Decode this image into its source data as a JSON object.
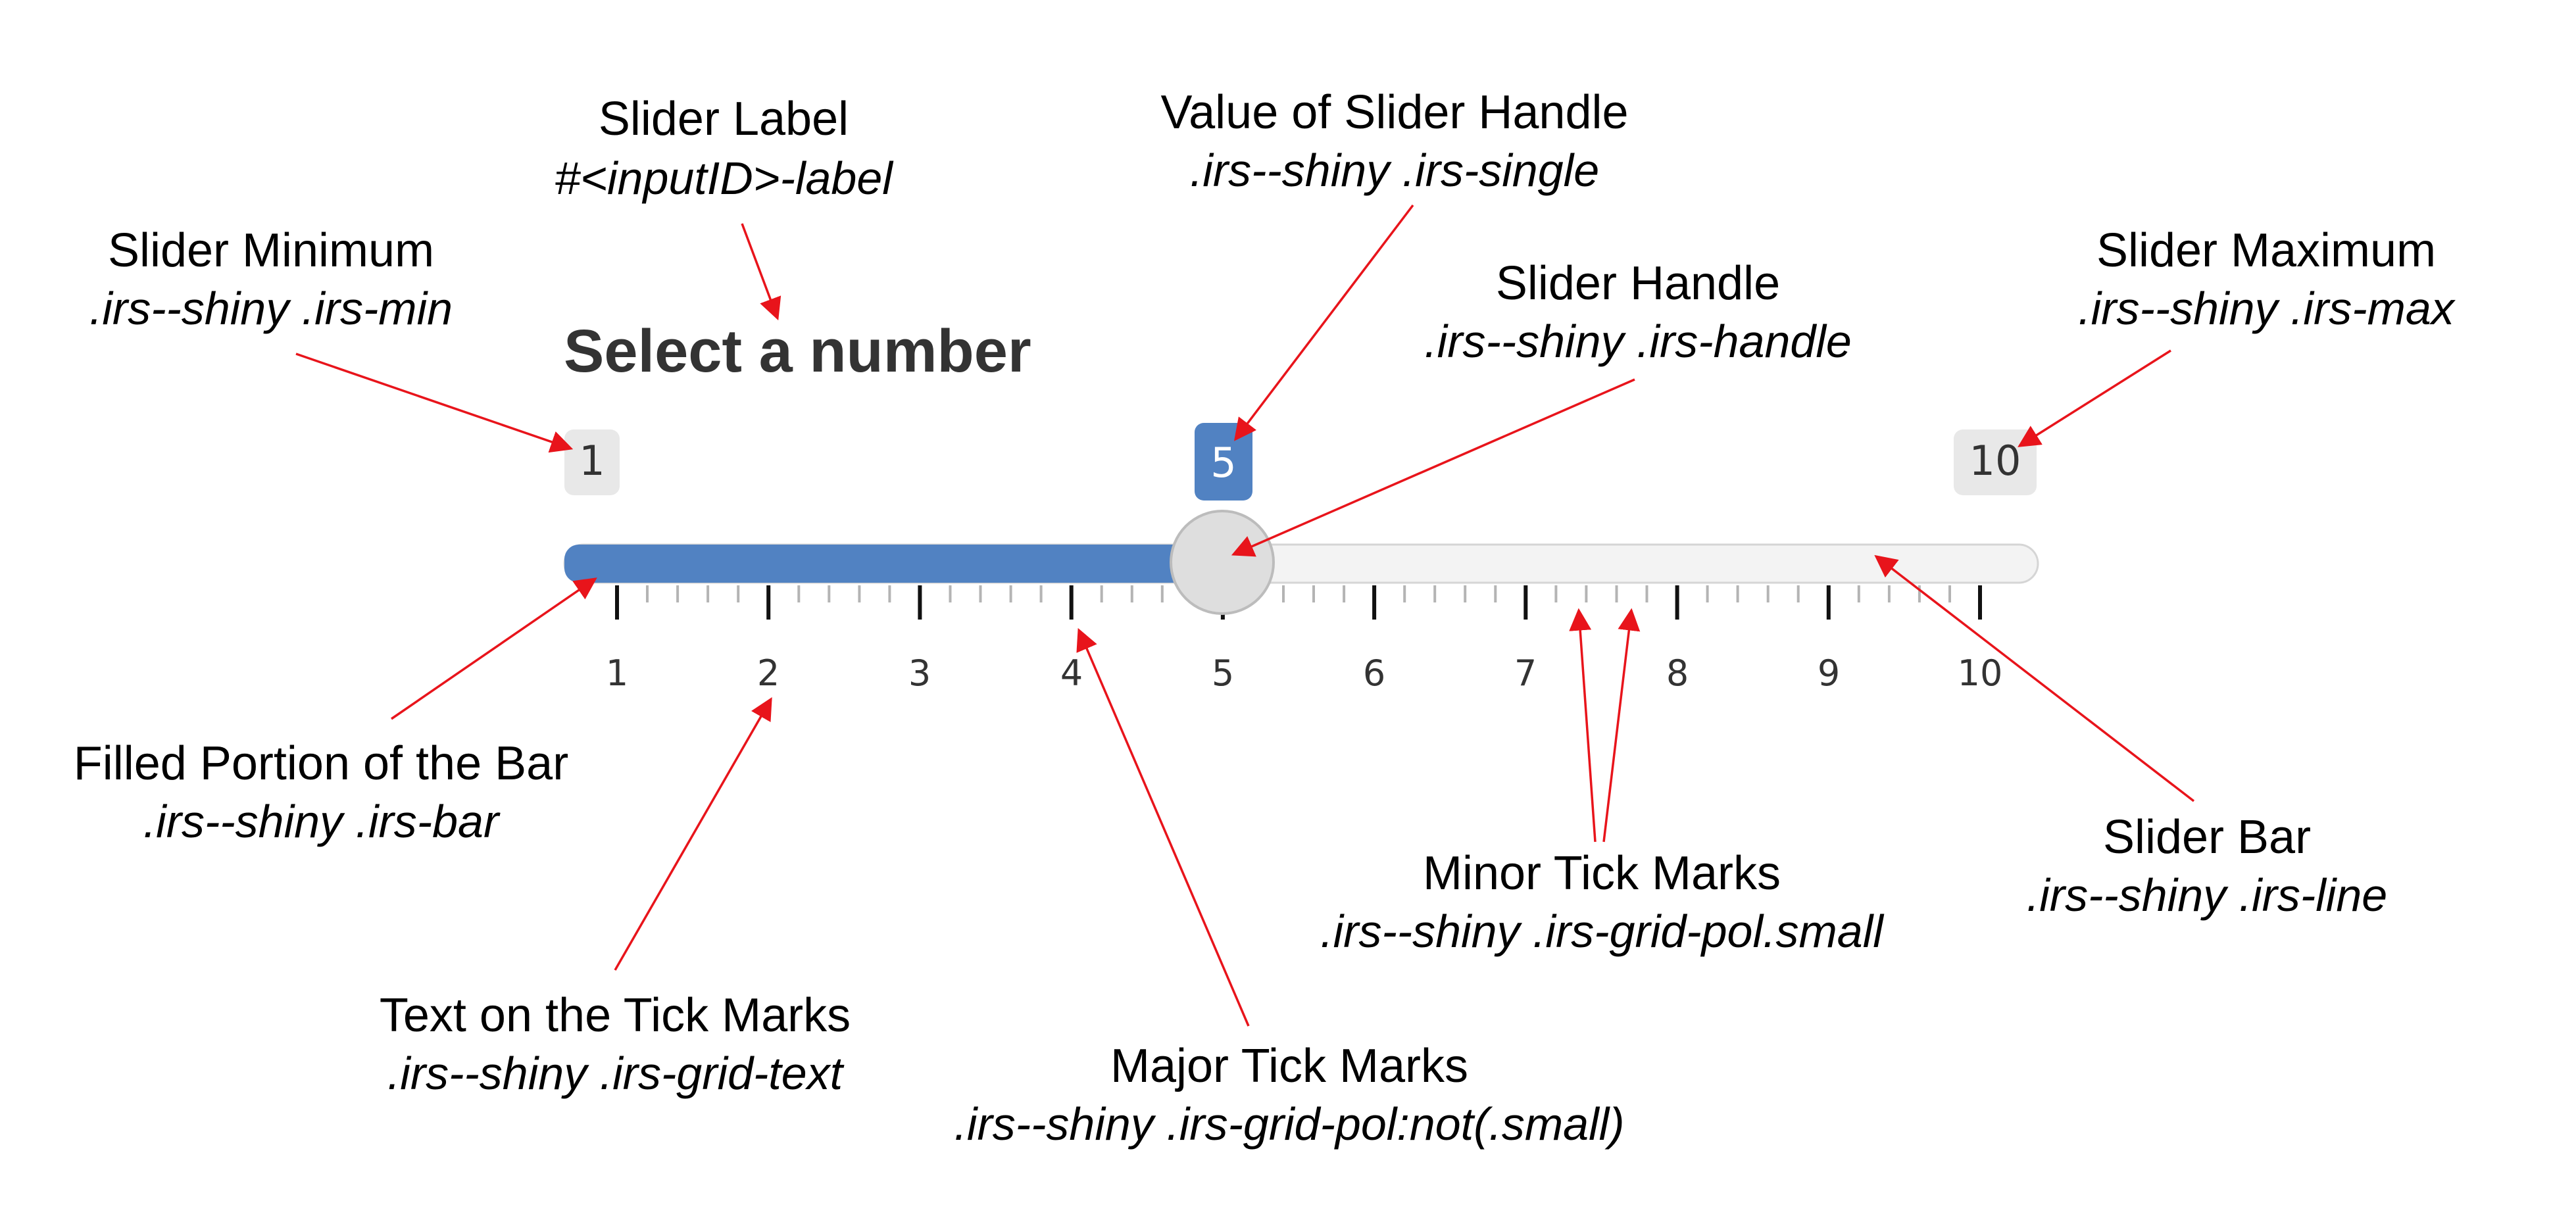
{
  "slider": {
    "label": "Select a number",
    "min": 1,
    "max": 10,
    "value": 5,
    "min_text": "1",
    "max_text": "10",
    "value_text": "5",
    "grid_labels": [
      "1",
      "2",
      "3",
      "4",
      "5",
      "6",
      "7",
      "8",
      "9",
      "10"
    ],
    "accent_color": "#5182c2"
  },
  "annotations": {
    "label": {
      "title": "Slider Label",
      "selector": "#<inputID>-label"
    },
    "single": {
      "title": "Value of Slider Handle",
      "selector": ".irs--shiny .irs-single"
    },
    "min": {
      "title": "Slider Minimum",
      "selector": ".irs--shiny .irs-min"
    },
    "handle": {
      "title": "Slider Handle",
      "selector": ".irs--shiny .irs-handle"
    },
    "max": {
      "title": "Slider Maximum",
      "selector": ".irs--shiny .irs-max"
    },
    "bar": {
      "title": "Filled Portion of the Bar",
      "selector": ".irs--shiny .irs-bar"
    },
    "line": {
      "title": "Slider Bar",
      "selector": ".irs--shiny .irs-line"
    },
    "minor": {
      "title": "Minor Tick Marks",
      "selector": ".irs--shiny .irs-grid-pol.small"
    },
    "gridtext": {
      "title": "Text on the Tick Marks",
      "selector": ".irs--shiny .irs-grid-text"
    },
    "major": {
      "title": "Major Tick Marks",
      "selector": ".irs--shiny .irs-grid-pol:not(.small)"
    }
  },
  "colors": {
    "arrow": "#e8141b",
    "bar_fill": "#5182c2",
    "track": "#f2f2f2"
  }
}
